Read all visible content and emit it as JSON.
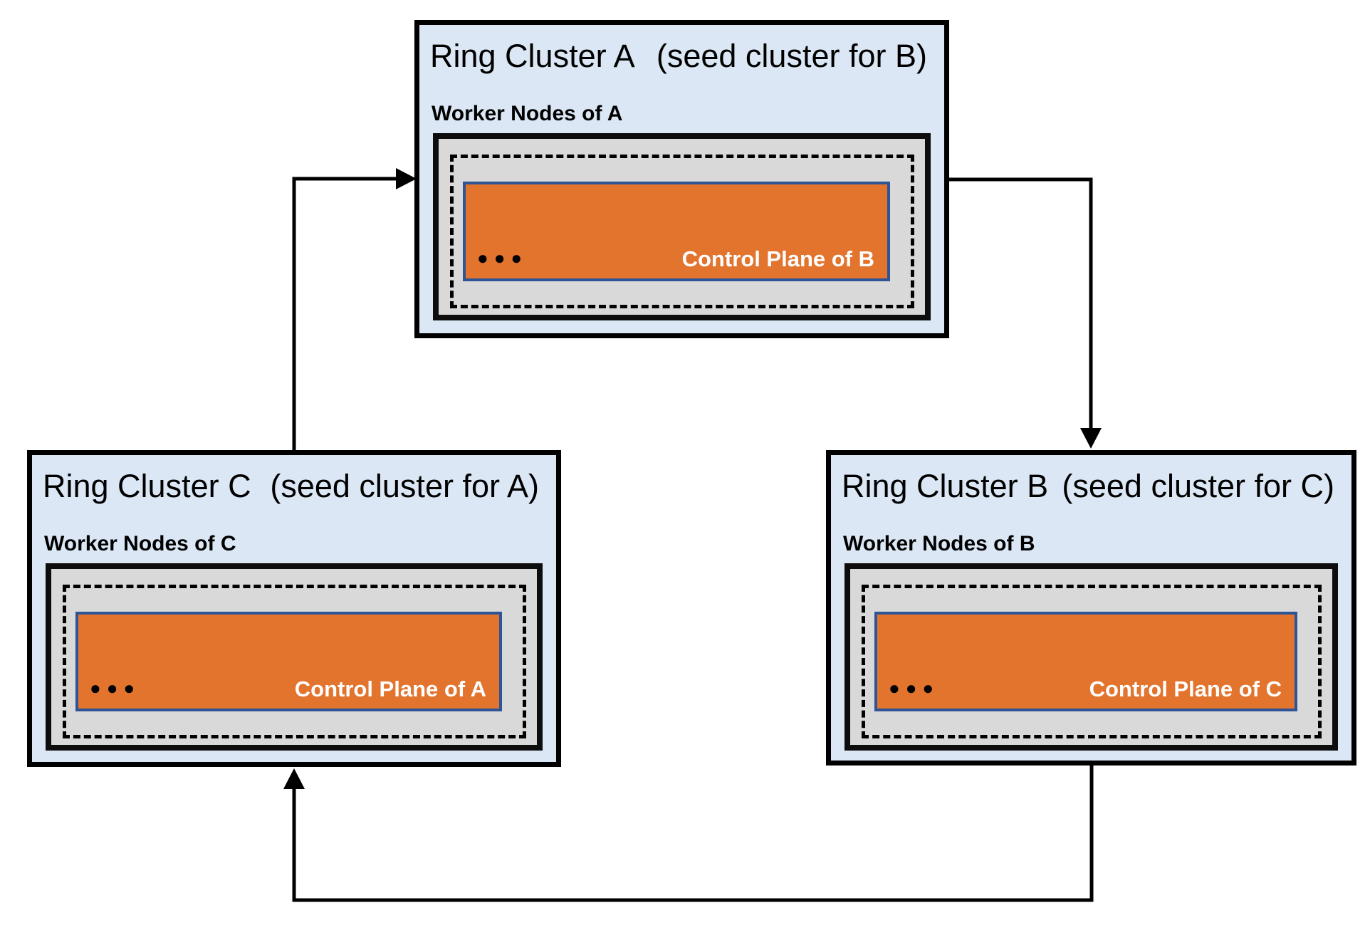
{
  "diagram": {
    "type": "cluster-ring-topology",
    "background": "#ffffff"
  },
  "colors": {
    "cluster_fill": "#dbe7f4",
    "cluster_border": "#000000",
    "worker_box_fill": "#d9d9d9",
    "worker_box_border": "#0d0d0d",
    "control_plane_fill": "#e2742e",
    "control_plane_border": "#2f5496",
    "control_plane_text": "#ffffff",
    "arrow": "#000000"
  },
  "clusters": [
    {
      "id": "A",
      "title": "Ring Cluster A",
      "seed_note": "(seed cluster for B)",
      "worker_label": "Worker Nodes of A",
      "control_plane_label": "Control Plane of B",
      "dots": "●●●"
    },
    {
      "id": "C",
      "title": "Ring Cluster C",
      "seed_note": "(seed cluster for A)",
      "worker_label": "Worker Nodes of C",
      "control_plane_label": "Control Plane of A",
      "dots": "●●●"
    },
    {
      "id": "B",
      "title": "Ring Cluster B",
      "seed_note": "(seed cluster for C)",
      "worker_label": "Worker Nodes of B",
      "control_plane_label": "Control Plane of C",
      "dots": "●●●"
    }
  ],
  "arrows": [
    {
      "name": "c-to-a",
      "from": "Ring Cluster C",
      "to": "Ring Cluster A"
    },
    {
      "name": "a-to-b",
      "from": "Ring Cluster A",
      "to": "Ring Cluster B"
    },
    {
      "name": "b-to-c",
      "from": "Ring Cluster B",
      "to": "Ring Cluster C"
    }
  ]
}
